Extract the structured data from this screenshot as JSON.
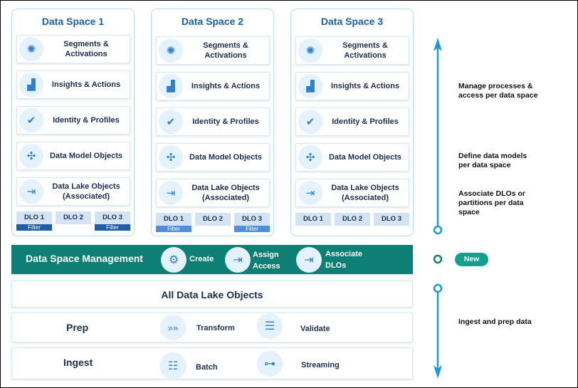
{
  "spaces": [
    {
      "title": "Data Space 1",
      "cards": [
        {
          "icon": "sun-icon",
          "glyph": "✺",
          "label": "Segments & Activations"
        },
        {
          "icon": "chart-bubble-icon",
          "glyph": "▟",
          "label": "Insights & Actions"
        },
        {
          "icon": "check-circle-icon",
          "glyph": "✔",
          "label": "Identity & Profiles"
        },
        {
          "icon": "network-icon",
          "glyph": "✣",
          "label": "Data Model Objects"
        },
        {
          "icon": "share-arrow-icon",
          "glyph": "⇥",
          "label": "Data Lake Objects (Associated)"
        }
      ],
      "dlos": [
        {
          "label": "DLO 1",
          "filter": "Filter"
        },
        {
          "label": "DLO 2",
          "filter": null
        },
        {
          "label": "DLO 3",
          "filter": "Filter"
        }
      ],
      "filter_color": "#1d5ea6"
    },
    {
      "title": "Data Space 2",
      "cards": [
        {
          "icon": "sun-icon",
          "glyph": "✺",
          "label": "Segments & Activations"
        },
        {
          "icon": "chart-bubble-icon",
          "glyph": "▟",
          "label": "Insights & Actions"
        },
        {
          "icon": "check-circle-icon",
          "glyph": "✔",
          "label": "Identity & Profiles"
        },
        {
          "icon": "network-icon",
          "glyph": "✣",
          "label": "Data Model Objects"
        },
        {
          "icon": "share-arrow-icon",
          "glyph": "⇥",
          "label": "Data Lake Objects (Associated)"
        }
      ],
      "dlos": [
        {
          "label": "DLO 1",
          "filter": "Filter"
        },
        {
          "label": "DLO 2",
          "filter": null
        },
        {
          "label": "DLO 3",
          "filter": "Filter"
        }
      ],
      "filter_color": "#4a8fe0"
    },
    {
      "title": "Data Space 3",
      "cards": [
        {
          "icon": "sun-icon",
          "glyph": "✺",
          "label": "Segments & Activations"
        },
        {
          "icon": "chart-bubble-icon",
          "glyph": "▟",
          "label": "Insights & Actions"
        },
        {
          "icon": "check-circle-icon",
          "glyph": "✔",
          "label": "Identity & Profiles"
        },
        {
          "icon": "network-icon",
          "glyph": "✣",
          "label": "Data Model Objects"
        },
        {
          "icon": "share-arrow-icon",
          "glyph": "⇥",
          "label": "Data Lake Objects (Associated)"
        }
      ],
      "dlos": [
        {
          "label": "DLO 1",
          "filter": null
        },
        {
          "label": "DLO 2",
          "filter": null
        },
        {
          "label": "DLO 3",
          "filter": null
        }
      ],
      "filter_color": "#1d5ea6"
    }
  ],
  "management": {
    "title": "Data Space Management",
    "color": "#0e7f74",
    "actions": [
      {
        "icon": "gear-icon",
        "label1": "Create",
        "label2": ""
      },
      {
        "icon": "share-arrow-icon",
        "label1": "Assign",
        "label2": "Access"
      },
      {
        "icon": "share-arrow-icon",
        "label1": "Associate",
        "label2": "DLOs"
      }
    ]
  },
  "all_dlo": "All Data Lake Objects",
  "prep": {
    "title": "Prep",
    "items": [
      {
        "icon": "chevrons-icon",
        "label": "Transform"
      },
      {
        "icon": "list-check-icon",
        "label": "Validate"
      }
    ]
  },
  "ingest": {
    "title": "Ingest",
    "items": [
      {
        "icon": "database-icon",
        "label": "Batch"
      },
      {
        "icon": "flow-icon",
        "label": "Streaming"
      }
    ]
  },
  "notes": {
    "manage": "Manage processes & access per data space",
    "define": "Define data models per data space",
    "associate": "Associate DLOs or partitions per data space",
    "new_badge": "New",
    "ingest": "Ingest and prep data"
  },
  "colors": {
    "arrow": "#1a9ad9",
    "accent": "#0e7f74",
    "title": "#1b5ea8"
  }
}
